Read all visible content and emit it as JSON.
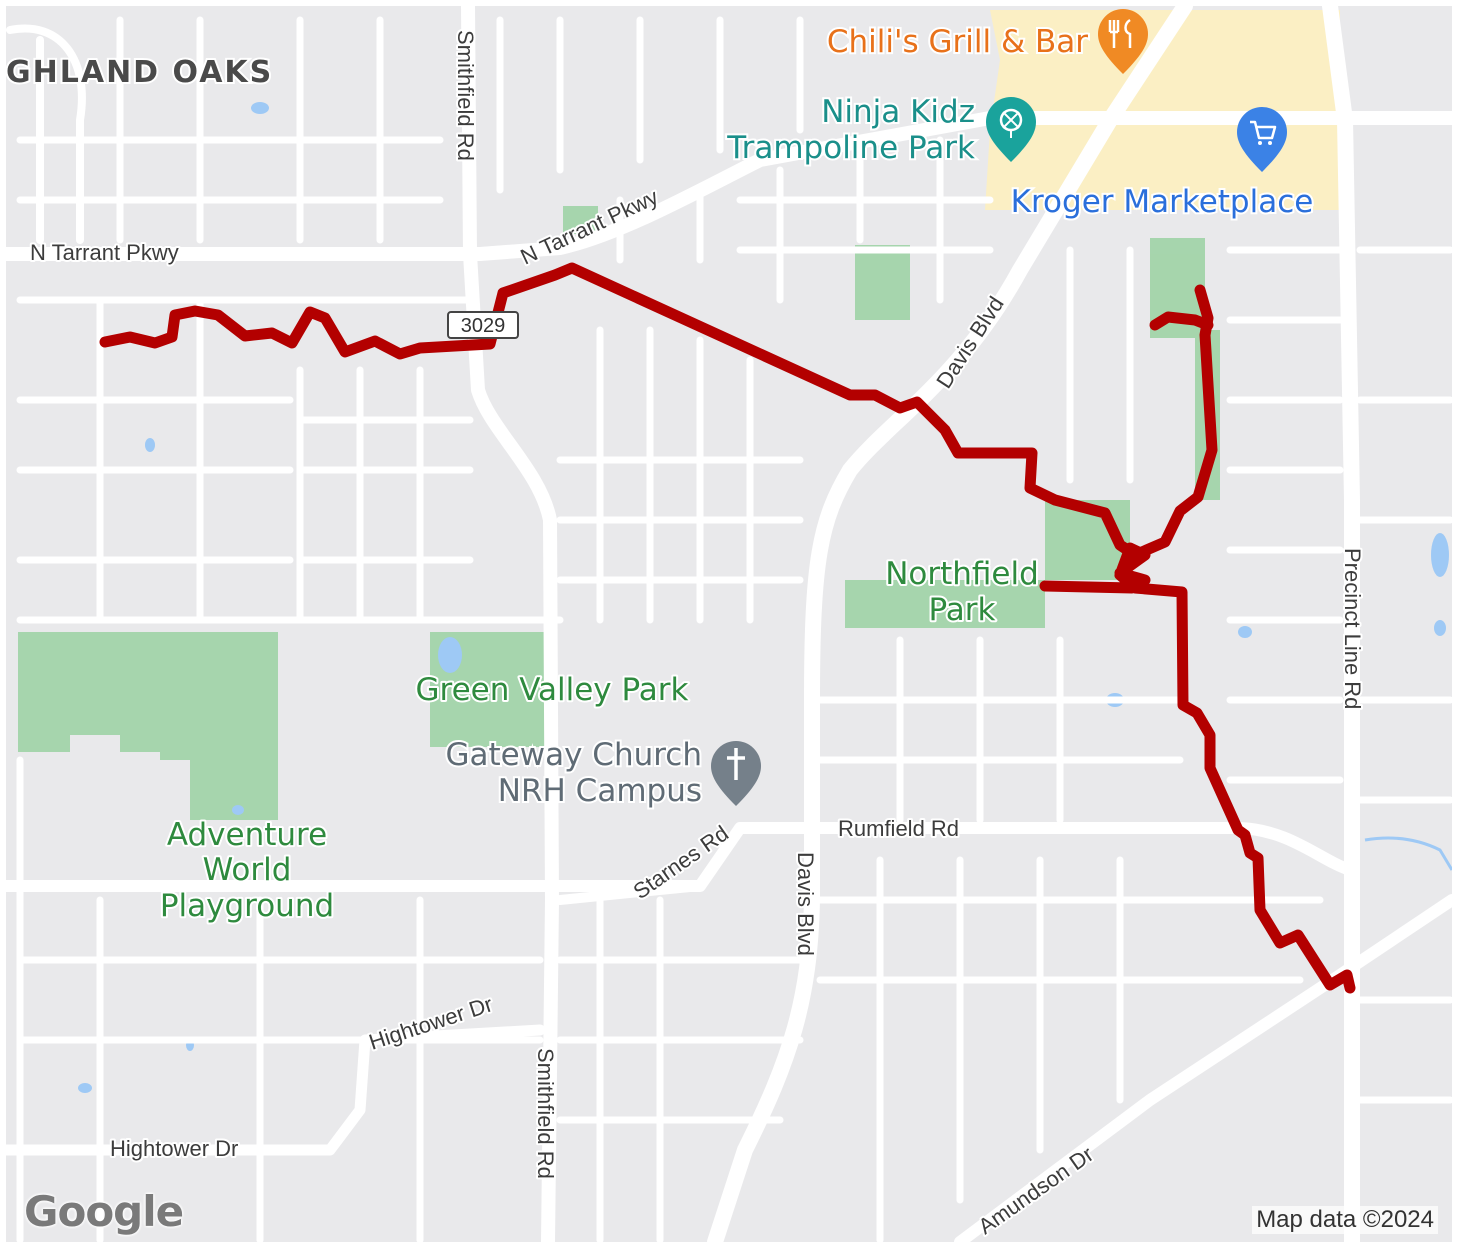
{
  "map": {
    "area_names": [
      "GHLAND OAKS"
    ],
    "roads": {
      "n_tarrant_west": "N Tarrant Pkwy",
      "n_tarrant_east": "N Tarrant Pkwy",
      "smithfield_north": "Smithfield Rd",
      "smithfield_south": "Smithfield Rd",
      "davis_north": "Davis Blvd",
      "davis_south": "Davis Blvd",
      "route_shield": "3029",
      "rumfield": "Rumfield Rd",
      "starnes": "Starnes Rd",
      "hightower_east": "Hightower Dr",
      "hightower_west": "Hightower Dr",
      "precinct_line": "Precinct Line Rd",
      "amundson": "Amundson Dr"
    },
    "parks": {
      "green_valley": "Green Valley Park",
      "northfield_line1": "Northfield",
      "northfield_line2": "Park",
      "adventure_line1": "Adventure",
      "adventure_line2": "World",
      "adventure_line3": "Playground"
    },
    "pois": {
      "chilis": "Chili's Grill & Bar",
      "ninja_line1": "Ninja Kidz",
      "ninja_line2": "Trampoline Park",
      "kroger": "Kroger Marketplace",
      "gateway_line1": "Gateway Church",
      "gateway_line2": "NRH Campus"
    },
    "route_color": "#b30000",
    "park_color": "#9fd3a6",
    "commercial_color": "#fbefc4",
    "water_color": "#9ec9f5",
    "logo_text": "Google",
    "attribution": "Map data ©2024"
  }
}
